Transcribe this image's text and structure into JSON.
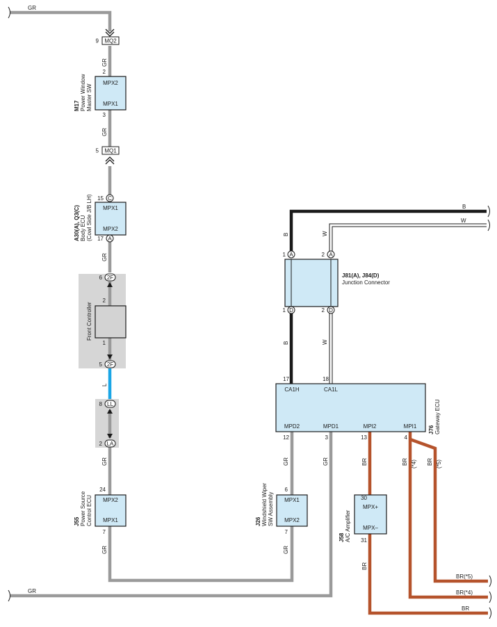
{
  "colors": {
    "GR": "#9a9a9a",
    "B": "#1a1a1a",
    "L": "#1aa6e6",
    "BR": "#b5532c",
    "box_fill": "#cfe9f6",
    "shade": "#d6d6d6"
  },
  "wire_labels": {
    "gr": "GR",
    "b": "B",
    "w": "W",
    "l": "L",
    "br": "BR",
    "br4_mark": "(*4)",
    "br5_mark": "(*5)",
    "br4_end": "BR(*4)",
    "br5_end": "BR(*5)"
  },
  "pins": {
    "p9": "9",
    "p2": "2",
    "p3": "3",
    "p5": "5",
    "p15": "15",
    "p17": "17",
    "p6": "6",
    "p1": "1",
    "p8": "8",
    "p24": "24",
    "p7": "7",
    "p12": "12",
    "p13": "13",
    "p4": "4",
    "p18": "18",
    "p30": "30",
    "p31": "31"
  },
  "connectors": {
    "mq2": "MQ2",
    "mq1": "MQ1",
    "c": "C",
    "a": "A",
    "f2": "2F",
    "ll": "LL",
    "la": "LA",
    "d": "D"
  },
  "components": {
    "m17": {
      "code": "M17",
      "name1": "Power Window",
      "name2": "Master SW",
      "t1": "MPX2",
      "t2": "MPX1"
    },
    "a30": {
      "code": "A30(A), Q3(C)",
      "name1": "Body ECU",
      "name2": "(Cowl Side J/B LH)",
      "t1": "MPX1",
      "t2": "MPX2"
    },
    "front": {
      "name": "Front Controller"
    },
    "j55": {
      "code": "J55",
      "name1": "Power Source",
      "name2": "Control ECU",
      "t1": "MPX2",
      "t2": "MPX1"
    },
    "j81": {
      "code": "J81(A), J84(D)",
      "name": "Junction Connector"
    },
    "j76": {
      "code": "J76",
      "name": "Gateway ECU",
      "ca1h": "CA1H",
      "ca1l": "CA1L",
      "mpd2": "MPD2",
      "mpd1": "MPD1",
      "mpi2": "MPI2",
      "mpi1": "MPI1"
    },
    "j26": {
      "code": "J26",
      "name1": "Windshield Wiper",
      "name2": "SW Assembly",
      "t1": "MPX1",
      "t2": "MPX2"
    },
    "j58": {
      "code": "J58",
      "name": "A/C Amplifier",
      "t1": "MPX+",
      "t2": "MPX–"
    }
  }
}
